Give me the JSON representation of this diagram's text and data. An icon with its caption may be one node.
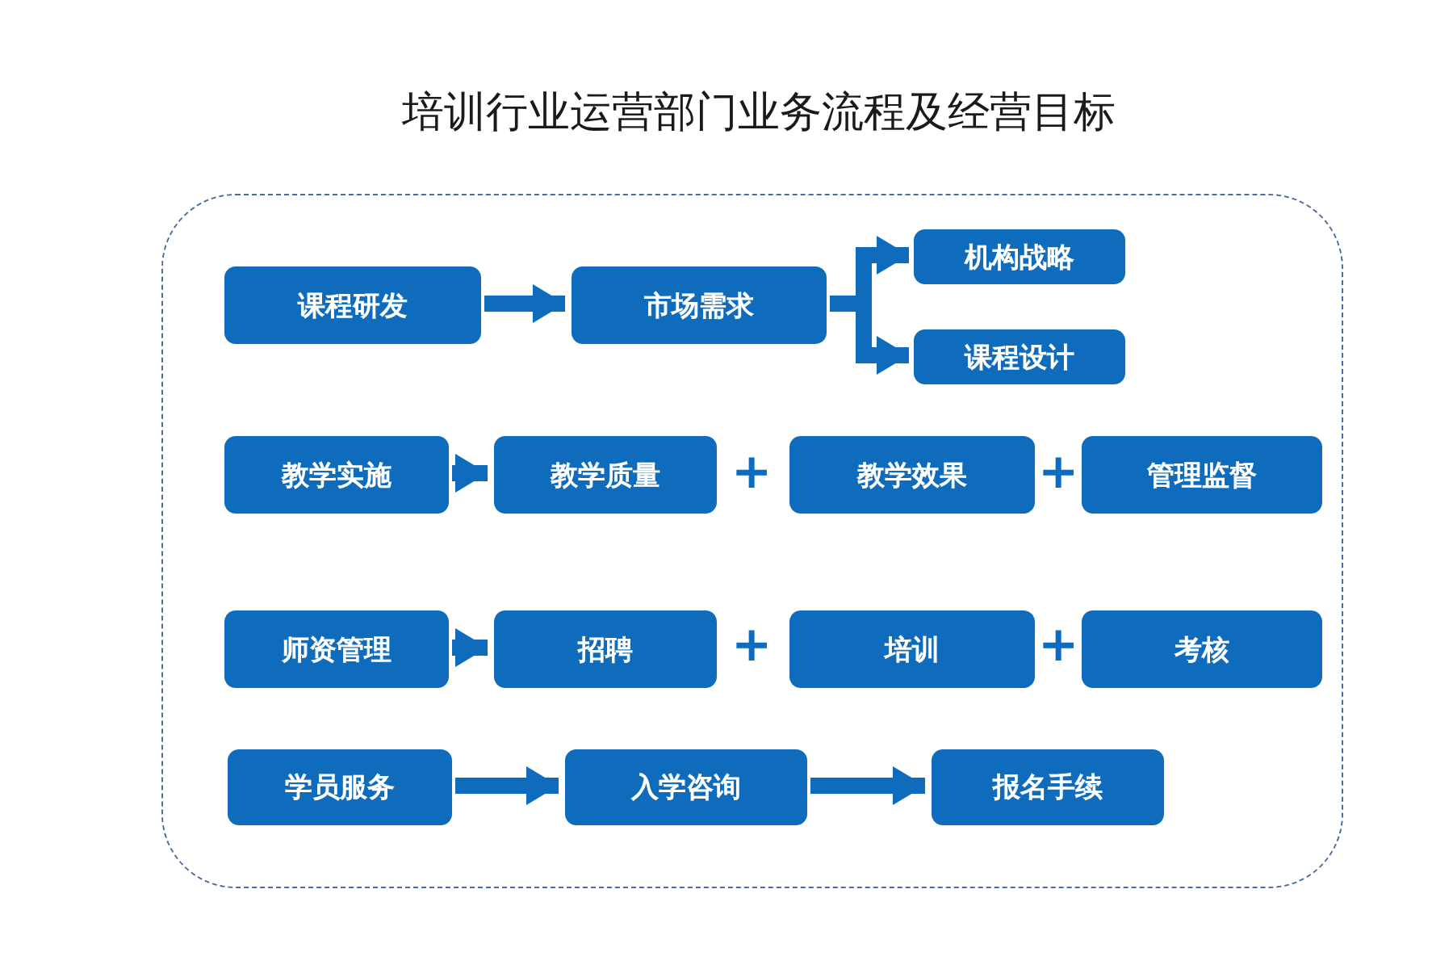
{
  "diagram": {
    "title": "培训行业运营部门业务流程及经营目标",
    "nodes": [
      {
        "text": [],
        "shape": "box"
      },
      {
        "text": [
          "课程研发"
        ],
        "in": 0
      },
      {
        "text": [
          "市场需求"
        ],
        "in": 0
      },
      {
        "text": [
          "机构战略"
        ],
        "in": 0
      },
      {
        "text": [
          "课程设计"
        ],
        "in": 0
      },
      {
        "text": [
          "教学实施"
        ],
        "in": 0
      },
      {
        "text": [
          "教学质量"
        ],
        "in": 0
      },
      {
        "text": [
          "教学效果"
        ],
        "in": 0
      },
      {
        "text": [
          "管理监督"
        ],
        "in": 0
      },
      {
        "text": [
          "师资管理"
        ],
        "in": 0
      },
      {
        "text": [
          "招聘"
        ],
        "in": 0
      },
      {
        "text": [
          "培训"
        ],
        "in": 0
      },
      {
        "text": [
          "考核"
        ],
        "in": 0
      },
      {
        "text": [
          "学员服务"
        ],
        "in": 0
      },
      {
        "text": [
          "入学咨询"
        ],
        "in": 0
      },
      {
        "text": [
          "报名手续"
        ],
        "in": 0
      }
    ],
    "edges": [
      {
        "from": 1,
        "to": 2,
        "arrow": "to"
      },
      {
        "from": 2,
        "to": 3,
        "arrow": "to"
      },
      {
        "from": 2,
        "to": 4,
        "arrow": "to"
      },
      {
        "from": 5,
        "to": 6,
        "arrow": "to"
      },
      {
        "from": 9,
        "to": 10,
        "arrow": "to"
      },
      {
        "from": 13,
        "to": 14,
        "arrow": "to"
      },
      {
        "from": 14,
        "to": 15,
        "arrow": "to"
      }
    ],
    "labels": [
      "+",
      "+",
      "+",
      "+"
    ]
  }
}
